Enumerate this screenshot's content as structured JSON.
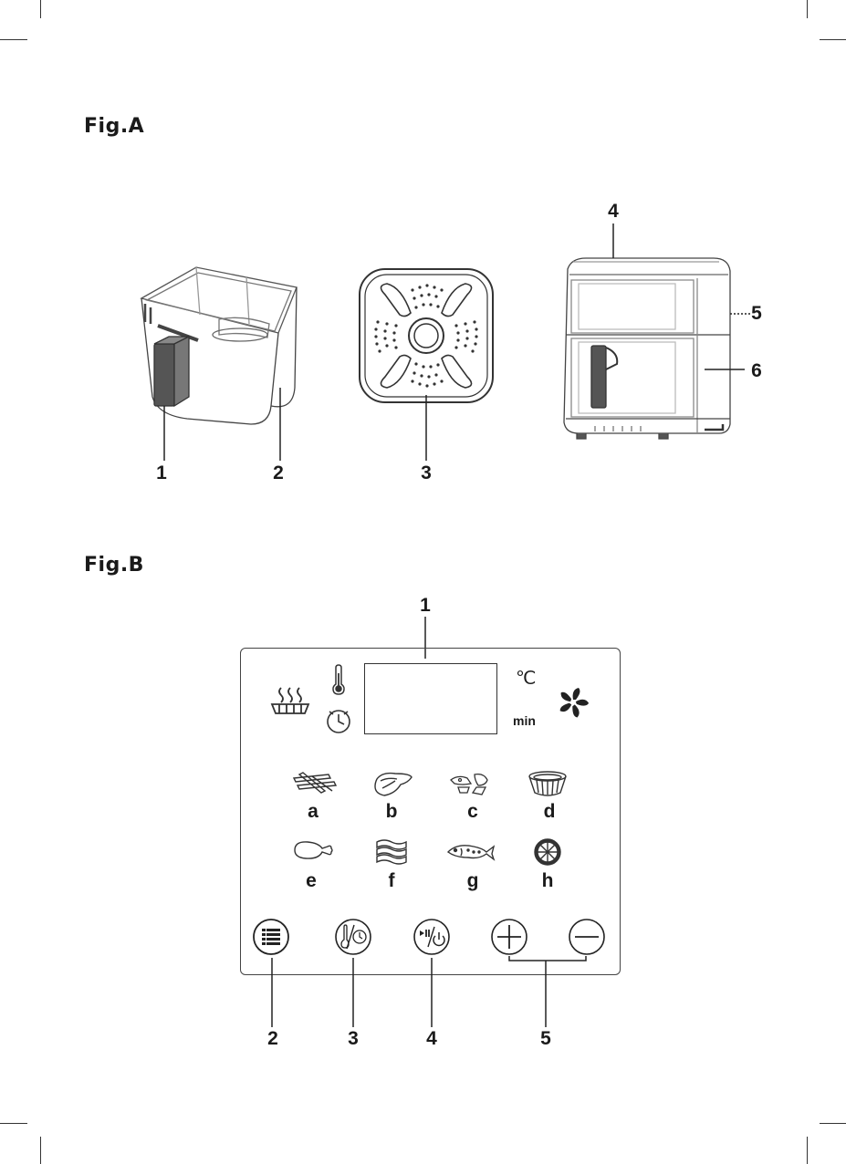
{
  "figA": {
    "title": "Fig.A",
    "callouts": [
      "1",
      "2",
      "3",
      "4",
      "5",
      "6"
    ]
  },
  "figB": {
    "title": "Fig.B",
    "display": {
      "unit_temp": "℃",
      "unit_time": "min"
    },
    "presets": [
      "a",
      "b",
      "c",
      "d",
      "e",
      "f",
      "g",
      "h"
    ],
    "callouts": [
      "1",
      "2",
      "3",
      "4",
      "5"
    ]
  },
  "icons": {
    "preheat": "preheat-icon",
    "thermometer": "thermometer-icon",
    "clock": "clock-icon",
    "fan": "fan-icon",
    "menu": "menu-icon",
    "temp_time": "temp-time-icon",
    "start_stop": "start-pause-power-icon",
    "plus": "plus-icon",
    "minus": "minus-icon"
  },
  "colors": {
    "ink": "#1a1a1a",
    "line": "#444444",
    "paper": "#ffffff"
  }
}
